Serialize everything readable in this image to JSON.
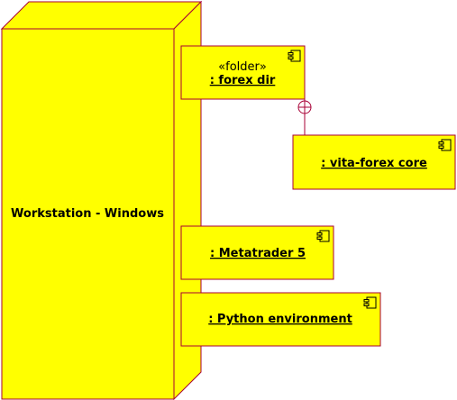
{
  "colors": {
    "fill": "#ffff00",
    "stroke": "#a80036",
    "text": "#000000",
    "background": "#ffffff"
  },
  "node": {
    "label": "Workstation - Windows"
  },
  "components": {
    "forex_dir": {
      "stereotype": "«folder»",
      "label": ": forex dir",
      "icon": "component-icon"
    },
    "vita_forex_core": {
      "label": ": vita-forex core",
      "icon": "component-icon"
    },
    "metatrader": {
      "label": ": Metatrader 5",
      "icon": "component-icon"
    },
    "python_env": {
      "label": ": Python environment",
      "icon": "component-icon"
    }
  },
  "connectors": [
    {
      "from": ": forex dir",
      "to": ": vita-forex core",
      "end": "containment-circle"
    }
  ]
}
